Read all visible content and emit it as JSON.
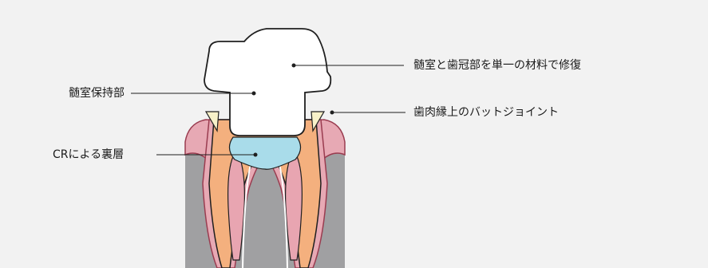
{
  "labels": {
    "crown_material": "髄室と歯冠部を単一の材料で修復",
    "pulp_chamber_retention": "髄室保持部",
    "butt_joint": "歯肉縁上のバットジョイント",
    "cr_lining": "CRによる裏層"
  },
  "colors": {
    "background": "#f2f2f2",
    "bone": "#a0a0a2",
    "gum": "#e7a9b4",
    "gum_outline": "#9a3c50",
    "root_dentin": "#f4b07e",
    "canal": "#e8a5b1",
    "cr_lining": "#a9dcea",
    "enamel": "#f7f1c9",
    "crown": "#ffffff",
    "stroke": "#1f1f1f"
  }
}
